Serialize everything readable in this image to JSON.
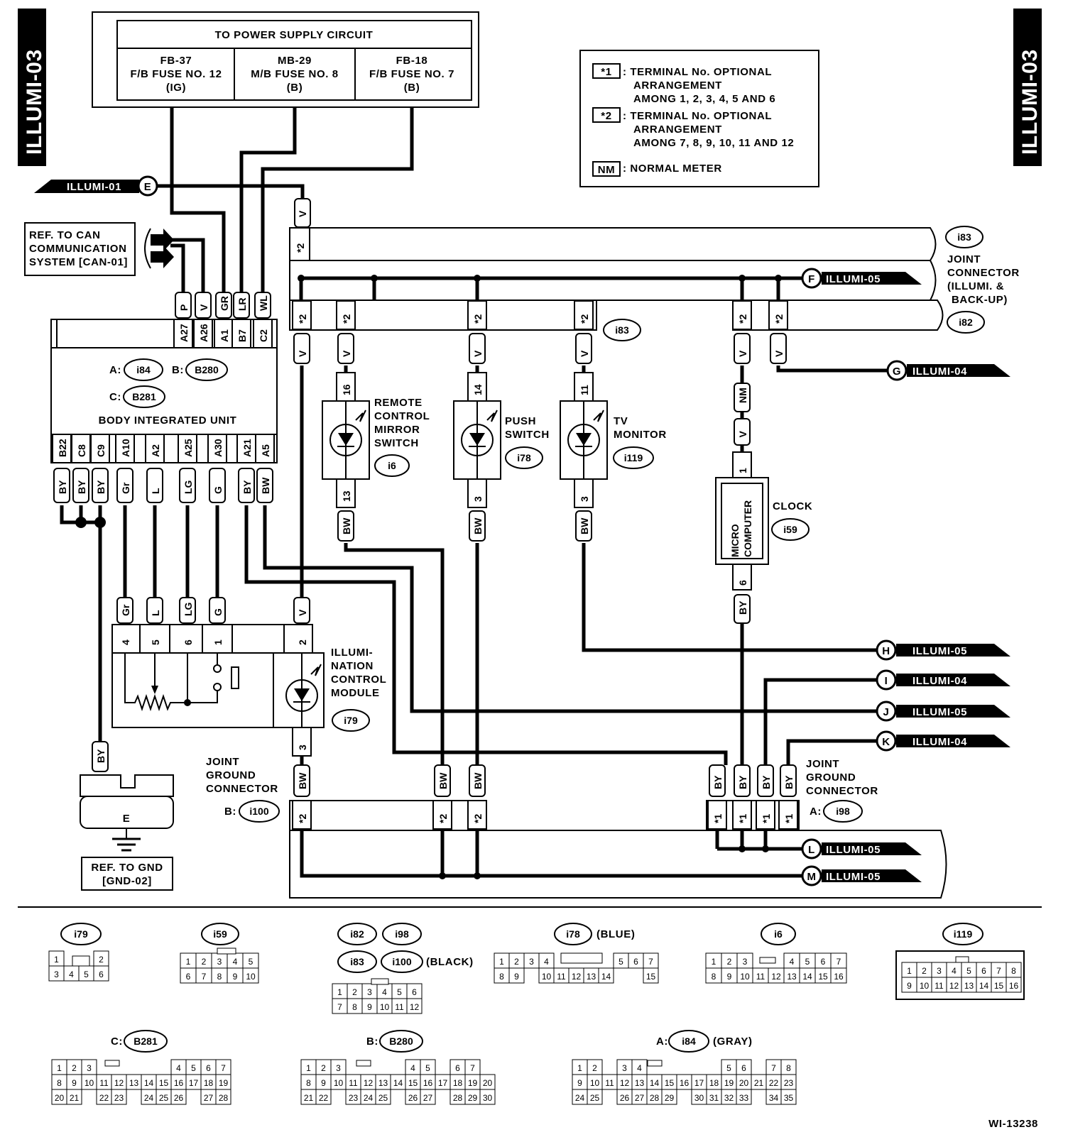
{
  "side_tabs": {
    "left": "ILLUMI-03",
    "right": "ILLUMI-03"
  },
  "power_supply": {
    "title": "TO POWER SUPPLY CIRCUIT",
    "fuses": [
      {
        "l1": "FB-37",
        "l2": "F/B FUSE NO. 12",
        "l3": "(IG)",
        "wire": "GR"
      },
      {
        "l1": "MB-29",
        "l2": "M/B FUSE NO. 8",
        "l3": "(B)",
        "wire": "LR"
      },
      {
        "l1": "FB-18",
        "l2": "F/B FUSE NO. 7",
        "l3": "(B)",
        "wire": "WL"
      }
    ]
  },
  "legend": {
    "k1": "*1",
    "d1a": ": TERMINAL No. OPTIONAL",
    "d1b": "ARRANGEMENT",
    "d1c": "AMONG 1, 2, 3, 4, 5 AND 6",
    "k2": "*2",
    "d2a": ": TERMINAL No. OPTIONAL",
    "d2b": "ARRANGEMENT",
    "d2c": "AMONG 7, 8, 9, 10, 11 AND 12",
    "k3": "NM",
    "d3": ": NORMAL METER"
  },
  "can_ref": {
    "l1": "REF. TO CAN",
    "l2": "COMMUNICATION",
    "l3": "SYSTEM [CAN-01]"
  },
  "biu": {
    "name": "BODY INTEGRATED UNIT",
    "conn_a_label": "A:",
    "conn_a": "i84",
    "conn_b_label": "B:",
    "conn_b": "B280",
    "conn_c_label": "C:",
    "conn_c": "B281",
    "top_pins": [
      {
        "pin": "A27",
        "wire": "P"
      },
      {
        "pin": "A26",
        "wire": "V"
      },
      {
        "pin": "A1",
        "wire": "GR"
      },
      {
        "pin": "B7",
        "wire": "LR"
      },
      {
        "pin": "C2",
        "wire": "WL"
      }
    ],
    "bottom_pins": [
      {
        "pin": "B22",
        "wire": "BY"
      },
      {
        "pin": "C8",
        "wire": "BY"
      },
      {
        "pin": "C9",
        "wire": "BY"
      },
      {
        "pin": "A10",
        "wire": "Gr"
      },
      {
        "pin": "A2",
        "wire": "L"
      },
      {
        "pin": "A25",
        "wire": "LG"
      },
      {
        "pin": "A30",
        "wire": "G"
      },
      {
        "pin": "A21",
        "wire": "BY"
      },
      {
        "pin": "A5",
        "wire": "BW"
      }
    ]
  },
  "refs": {
    "illumi01": "ILLUMI-01",
    "E": "E",
    "F": "F",
    "F_t": "ILLUMI-05",
    "G": "G",
    "G_t": "ILLUMI-04",
    "H": "H",
    "H_t": "ILLUMI-05",
    "I": "I",
    "I_t": "ILLUMI-04",
    "J": "J",
    "J_t": "ILLUMI-05",
    "K": "K",
    "K_t": "ILLUMI-04",
    "L": "L",
    "L_t": "ILLUMI-05",
    "M": "M",
    "M_t": "ILLUMI-05"
  },
  "joint_illumi": {
    "i83": "i83",
    "i82": "i82",
    "l1": "JOINT",
    "l2": "CONNECTOR",
    "l3": "(ILLUMI. &",
    "l4": "BACK-UP)",
    "star2": "*2"
  },
  "components": {
    "remote_mirror": {
      "l1": "REMOTE",
      "l2": "CONTROL",
      "l3": "MIRROR",
      "l4": "SWITCH",
      "conn": "i6",
      "pin_top": "16",
      "pin_bot": "13"
    },
    "push_switch": {
      "l1": "PUSH",
      "l2": "SWITCH",
      "conn": "i78",
      "pin_top": "14",
      "pin_bot": "3"
    },
    "tv_monitor": {
      "l1": "TV",
      "l2": "MONITOR",
      "conn": "i119",
      "pin_top": "11",
      "pin_bot": "3"
    },
    "clock": {
      "l1": "CLOCK",
      "conn": "i59",
      "inner1": "MICRO",
      "inner2": "COMPUTER",
      "nm": "NM",
      "pin_top": "1",
      "pin_bot": "6"
    },
    "illum_module": {
      "l1": "ILLUMI-",
      "l2": "NATION",
      "l3": "CONTROL",
      "l4": "MODULE",
      "conn": "i79",
      "pins": [
        "4",
        "5",
        "6",
        "1",
        "2"
      ],
      "wires": [
        "Gr",
        "L",
        "LG",
        "G",
        "V"
      ],
      "pin_bot": "3"
    }
  },
  "wire_codes": {
    "V": "V",
    "BW": "BW",
    "BY": "BY"
  },
  "ground": {
    "l1": "JOINT",
    "l2": "GROUND",
    "l3": "CONNECTOR",
    "b_label": "B:",
    "b": "i100",
    "a_label": "A:",
    "a": "i98",
    "star1": "*1",
    "star2": "*2"
  },
  "earth": {
    "letter": "E",
    "ref1": "REF. TO GND",
    "ref2": "[GND-02]"
  },
  "connectors": {
    "i79": "i79",
    "i59": "i59",
    "i82": "i82",
    "i98": "i98",
    "i83": "i83",
    "i100": "i100",
    "black": "(BLACK)",
    "i78": "i78",
    "blue": "(BLUE)",
    "i6": "i6",
    "i119": "i119",
    "c_label": "C:",
    "b281": "B281",
    "b_label": "B:",
    "b280": "B280",
    "a_label": "A:",
    "i84": "i84",
    "gray": "(GRAY)"
  },
  "figure_id": "WI-13238"
}
